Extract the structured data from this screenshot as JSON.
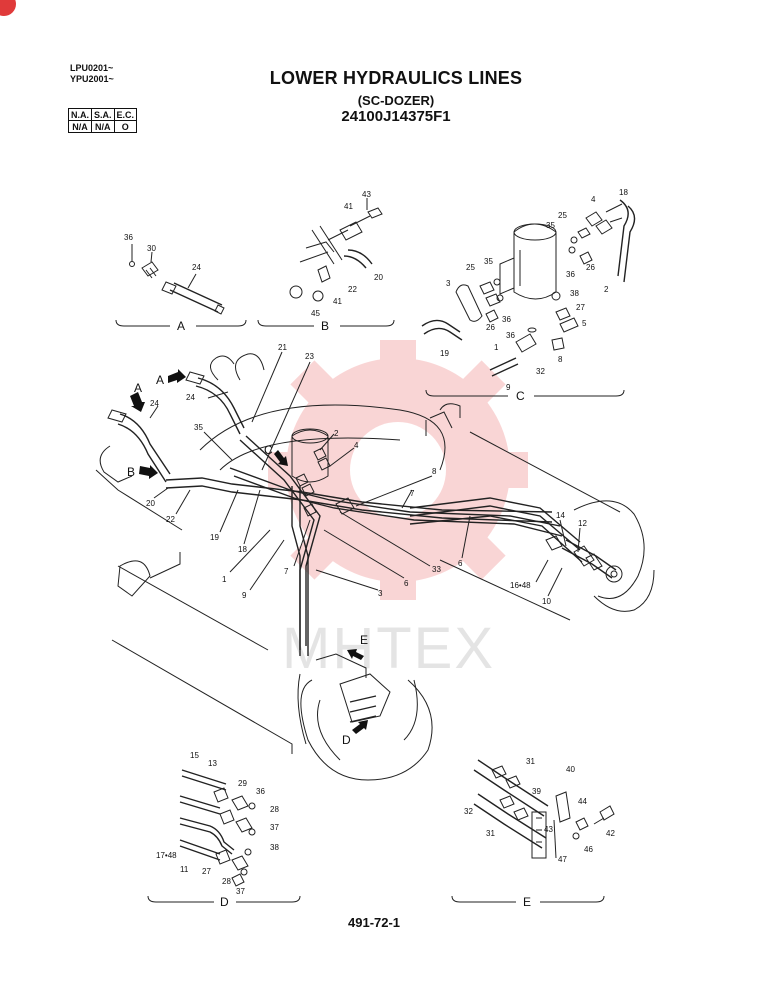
{
  "header": {
    "serial_1": "LPU0201~",
    "serial_2": "YPU2001~",
    "title": "LOWER HYDRAULICS LINES",
    "subtitle": "(SC-DOZER)",
    "part_number": "24100J14375F1"
  },
  "applicability_table": {
    "headers": [
      "N.A.",
      "S.A.",
      "E.C."
    ],
    "values": [
      "N/A",
      "N/A",
      "O"
    ]
  },
  "sections": {
    "A": "A",
    "B": "B",
    "C": "C",
    "D": "D",
    "E": "E"
  },
  "markers": {
    "A": "A",
    "B": "B",
    "C": "C",
    "D": "D",
    "E": "E"
  },
  "callouts": {
    "a_36": "36",
    "a_30": "30",
    "a_24": "24",
    "b_43": "43",
    "b_41a": "41",
    "b_20": "20",
    "b_22": "22",
    "b_41b": "41",
    "b_45": "45",
    "c_18": "18",
    "c_4": "4",
    "c_25a": "25",
    "c_35a": "35",
    "c_26a": "26",
    "c_36a": "36",
    "c_2": "2",
    "c_3": "3",
    "c_25b": "25",
    "c_35b": "35",
    "c_36b": "36",
    "c_26b": "26",
    "c_38": "38",
    "c_27": "27",
    "c_5": "5",
    "c_36c": "36",
    "c_19": "19",
    "c_1": "1",
    "c_32": "32",
    "c_8": "8",
    "c_9": "9",
    "m_21": "21",
    "m_23": "23",
    "m_24a": "24",
    "m_24b": "24",
    "m_35": "35",
    "m_20": "20",
    "m_22": "22",
    "m_19": "19",
    "m_18": "18",
    "m_1": "1",
    "m_9": "9",
    "m_7a": "7",
    "m_2": "2",
    "m_4": "4",
    "m_8": "8",
    "m_7b": "7",
    "m_33": "33",
    "m_6a": "6",
    "m_6b": "6",
    "m_3": "3",
    "m_14": "14",
    "m_12": "12",
    "m_16_48": "16•48",
    "m_10": "10",
    "d_15": "15",
    "d_13": "13",
    "d_29": "29",
    "d_36": "36",
    "d_28a": "28",
    "d_37a": "37",
    "d_38": "38",
    "d_17_48": "17•48",
    "d_11": "11",
    "d_27": "27",
    "d_28b": "28",
    "d_37b": "37",
    "e_31a": "31",
    "e_40": "40",
    "e_39": "39",
    "e_32": "32",
    "e_44": "44",
    "e_31b": "31",
    "e_43": "43",
    "e_42": "42",
    "e_46": "46",
    "e_47": "47"
  },
  "watermark": "MHTEX",
  "page_number": "491-72-1",
  "colors": {
    "ink": "#222222",
    "watermark_gear": "#f08a8a",
    "corner_badge": "#e03a3a"
  }
}
